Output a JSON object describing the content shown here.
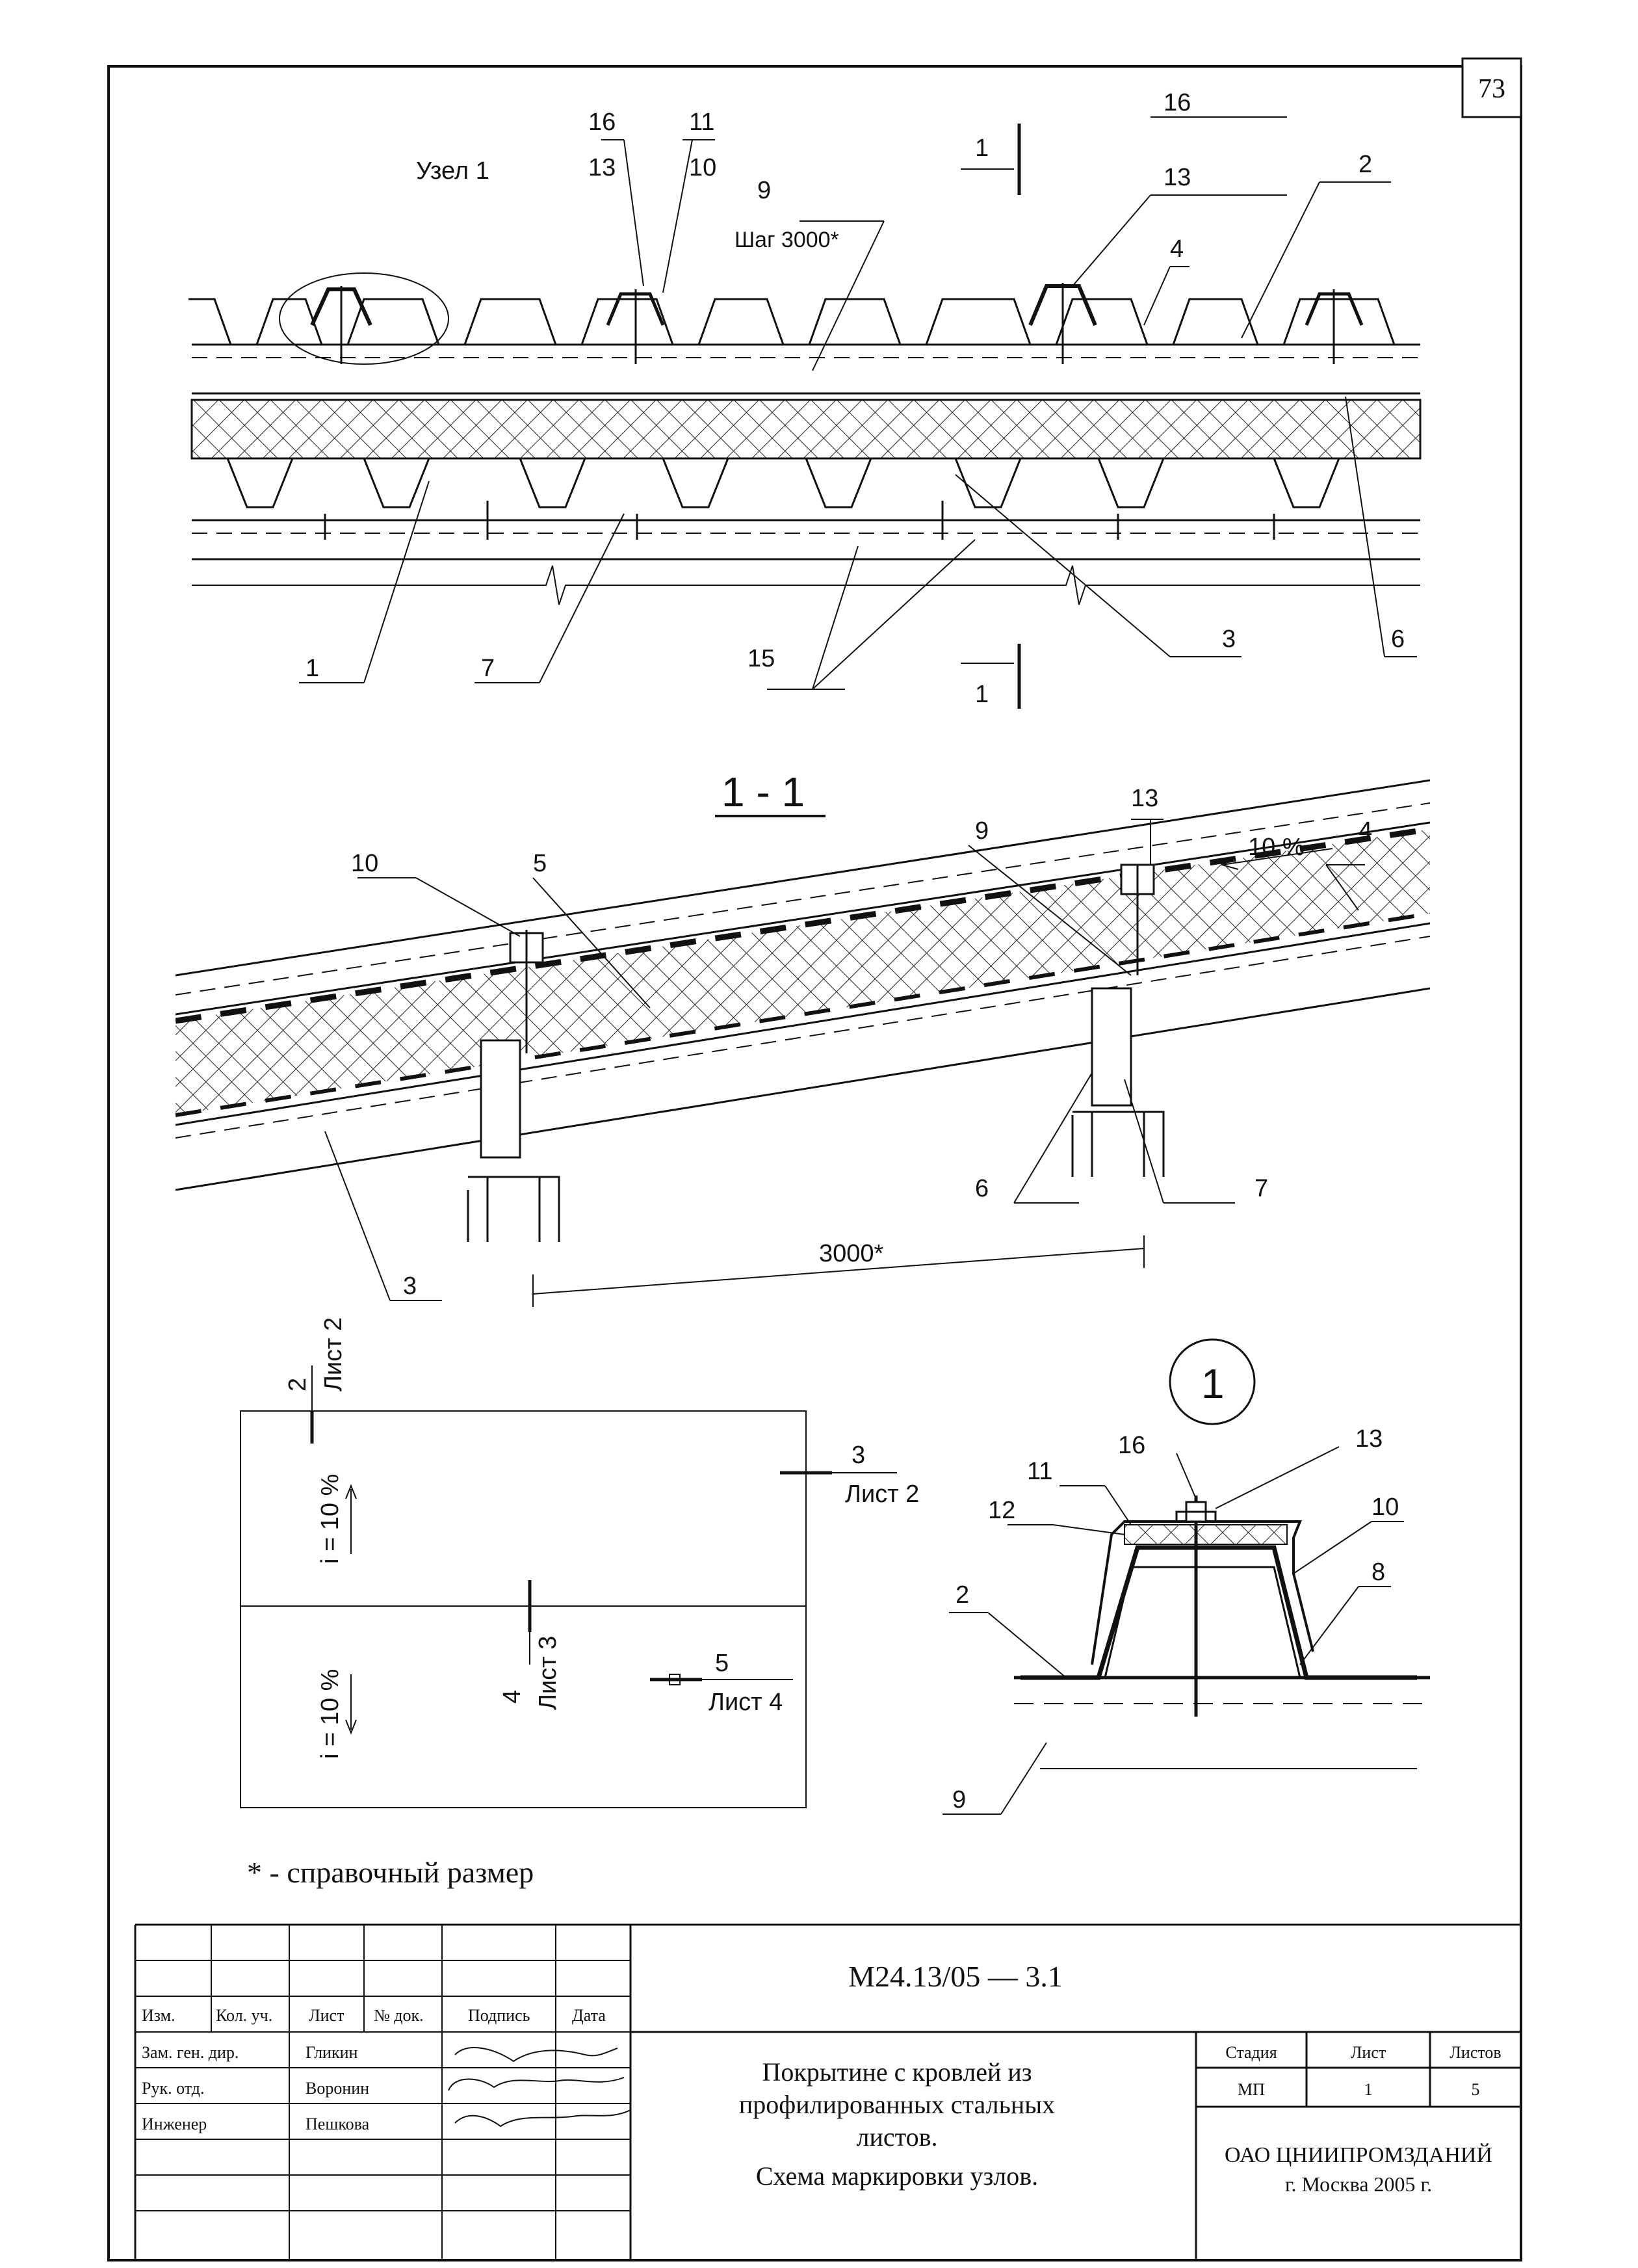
{
  "sheet_number": "73",
  "top_view": {
    "node_label": "Узел 1",
    "step_label": "Шаг 3000*",
    "callouts": [
      "16",
      "13",
      "11",
      "10",
      "9",
      "16",
      "13",
      "4",
      "2",
      "1",
      "7",
      "15",
      "3",
      "6"
    ],
    "section_mark": "1"
  },
  "section_view": {
    "title": "1 - 1",
    "slope": "10 %",
    "dimension": "3000*",
    "callouts": [
      "10",
      "5",
      "9",
      "13",
      "4",
      "6",
      "7",
      "3"
    ]
  },
  "plan_view": {
    "slope_upper": "i = 10 %",
    "slope_lower": "i = 10 %",
    "marks": [
      {
        "num": "2",
        "sheet": "Лист 2"
      },
      {
        "num": "3",
        "sheet": "Лист 2"
      },
      {
        "num": "4",
        "sheet": "Лист 3"
      },
      {
        "num": "5",
        "sheet": "Лист 4"
      }
    ]
  },
  "detail_view": {
    "title": "1",
    "callouts": [
      "16",
      "13",
      "11",
      "12",
      "10",
      "2",
      "8",
      "9"
    ]
  },
  "note": "* - справочный размер",
  "title_block": {
    "code": "М24.13/05   —   3.1",
    "headers": [
      "Изм.",
      "Кол. уч.",
      "Лист",
      "№ док.",
      "Подпись",
      "Дата"
    ],
    "roles": [
      {
        "role": "Зам. ген. дир.",
        "name": "Гликин"
      },
      {
        "role": "Рук. отд.",
        "name": "Воронин"
      },
      {
        "role": "Инженер",
        "name": "Пешкова"
      }
    ],
    "title_lines": [
      "Покрытине с кровлей из",
      "профилированных стальных",
      "листов.",
      "Схема маркировки узлов."
    ],
    "stage_header": "Стадия",
    "sheet_header": "Лист",
    "sheets_header": "Листов",
    "stage": "МП",
    "sheet": "1",
    "sheets": "5",
    "org": "ОАО ЦНИИПРОМЗДАНИЙ",
    "city_year": "г. Москва 2005 г."
  }
}
